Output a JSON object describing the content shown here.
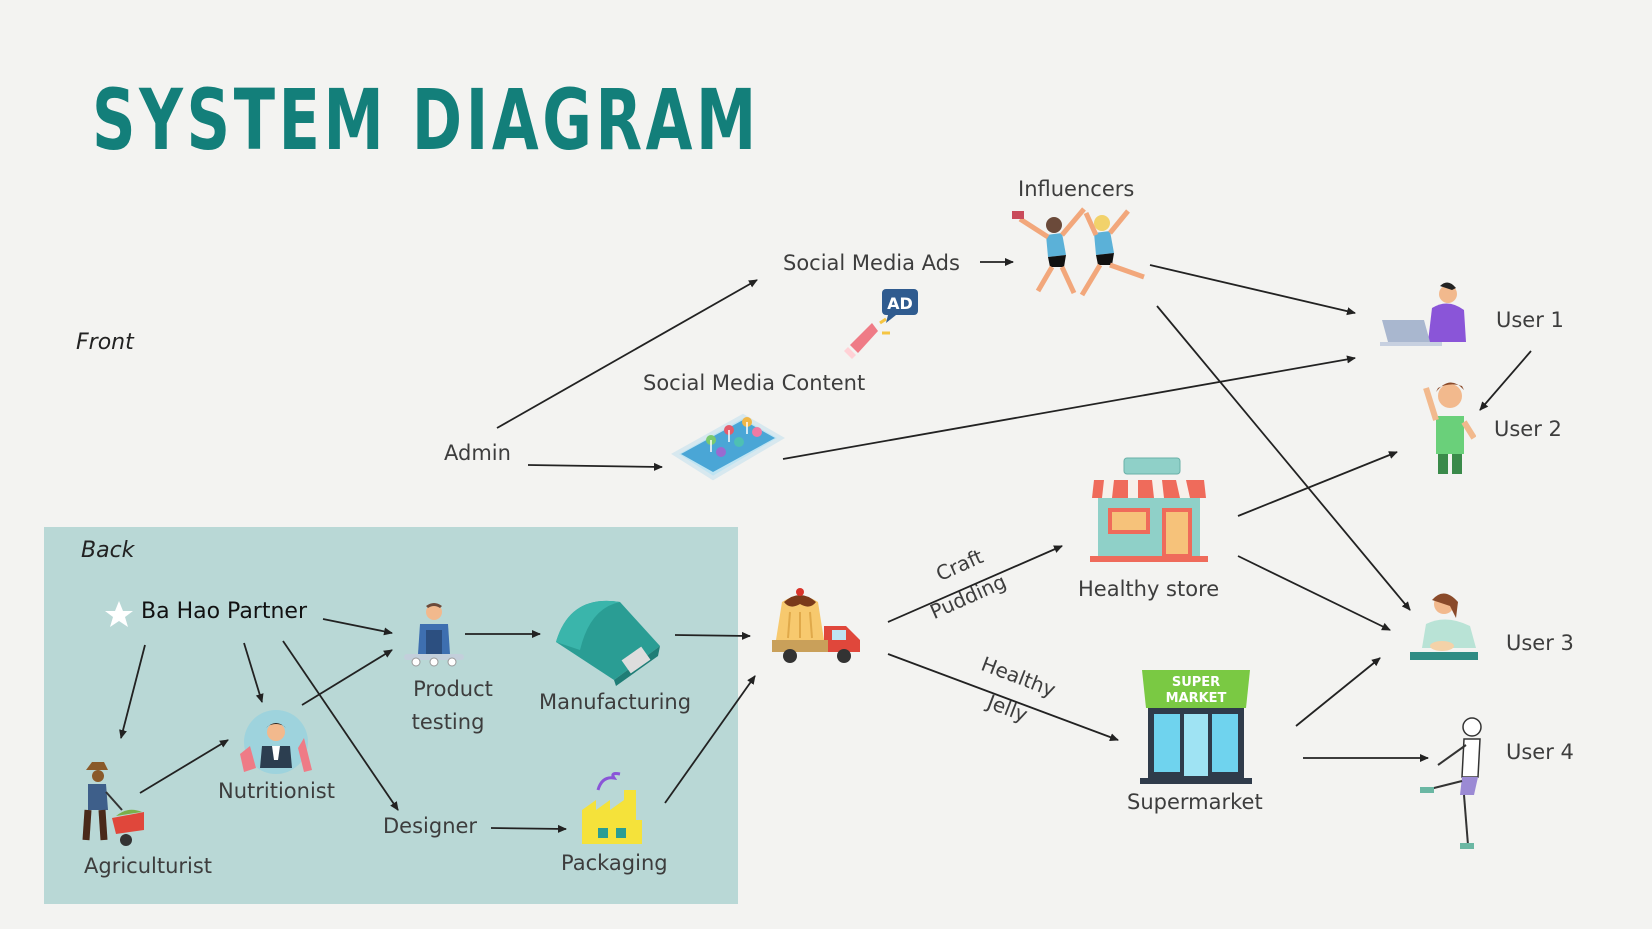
{
  "title": "SYSTEM DIAGRAM",
  "sections": {
    "front": "Front",
    "back": "Back"
  },
  "nodes": {
    "admin": "Admin",
    "social_media_ads": "Social Media Ads",
    "social_media_content": "Social Media Content",
    "influencers": "Influencers",
    "user1": "User 1",
    "user2": "User 2",
    "user3": "User 3",
    "user4": "User 4",
    "healthy_store": "Healthy store",
    "supermarket": "Supermarket",
    "ba_hao_partner": "Ba Hao Partner",
    "product_testing_1": "Product",
    "product_testing_2": "testing",
    "manufacturing": "Manufacturing",
    "nutritionist": "Nutritionist",
    "agriculturist": "Agriculturist",
    "designer": "Designer",
    "packaging": "Packaging"
  },
  "edge_labels": {
    "craft": "Craft",
    "pudding": "Pudding",
    "healthy": "Healthy",
    "jelly": "Jelly"
  },
  "icons": {
    "ad_badge": "AD",
    "supermarket_sign_1": "SUPER",
    "supermarket_sign_2": "MARKET"
  },
  "colors": {
    "title": "#137f7a",
    "back_panel": "#b9d8d6",
    "background": "#f3f3f1"
  }
}
